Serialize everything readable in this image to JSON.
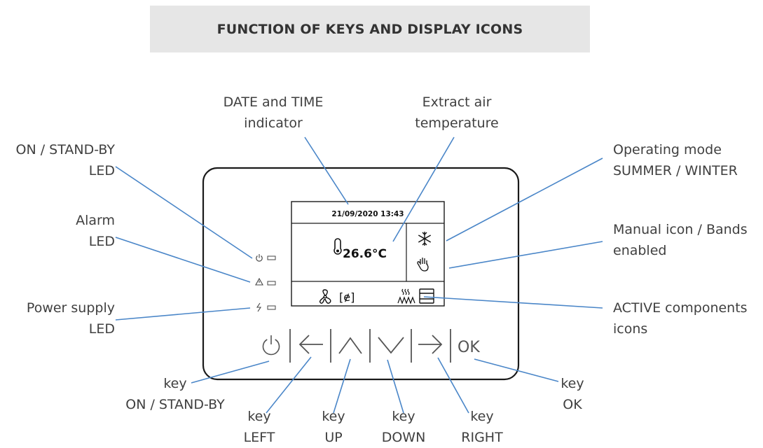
{
  "title": "FUNCTION OF KEYS AND DISPLAY ICONS",
  "display": {
    "datetime": "21/09/2020 13:43",
    "temperature": "26.6°C",
    "fan_bracket": "[ɇ]"
  },
  "keys": {
    "ok": "OK"
  },
  "labels": {
    "date_time": [
      "DATE and TIME",
      "indicator"
    ],
    "extract_air": [
      "Extract air",
      "temperature"
    ],
    "on_standby_led": [
      "ON / STAND-BY",
      "LED"
    ],
    "alarm_led": [
      "Alarm",
      "LED"
    ],
    "power_led": [
      "Power supply",
      "LED"
    ],
    "operating_mode": [
      "Operating mode",
      "SUMMER / WINTER"
    ],
    "manual_icon": [
      "Manual icon / Bands",
      "enabled"
    ],
    "active_components": [
      "ACTIVE components",
      "icons"
    ],
    "key_on_standby": [
      "key",
      "ON / STAND-BY"
    ],
    "key_left": [
      "key",
      "LEFT"
    ],
    "key_up": [
      "key",
      "UP"
    ],
    "key_down": [
      "key",
      "DOWN"
    ],
    "key_right": [
      "key",
      "RIGHT"
    ],
    "key_ok": [
      "key",
      "OK"
    ]
  },
  "colors": {
    "leader_line": "#4a86c8",
    "title_background": "#e6e6e6",
    "text": "#404040"
  },
  "icons": [
    "power-icon",
    "alarm-icon",
    "lightning-icon",
    "thermometer-icon",
    "snowflake-icon",
    "hand-icon",
    "fan-icon",
    "heater-icon",
    "damper-icon",
    "arrow-left-icon",
    "arrow-up-icon",
    "arrow-down-icon",
    "arrow-right-icon"
  ]
}
